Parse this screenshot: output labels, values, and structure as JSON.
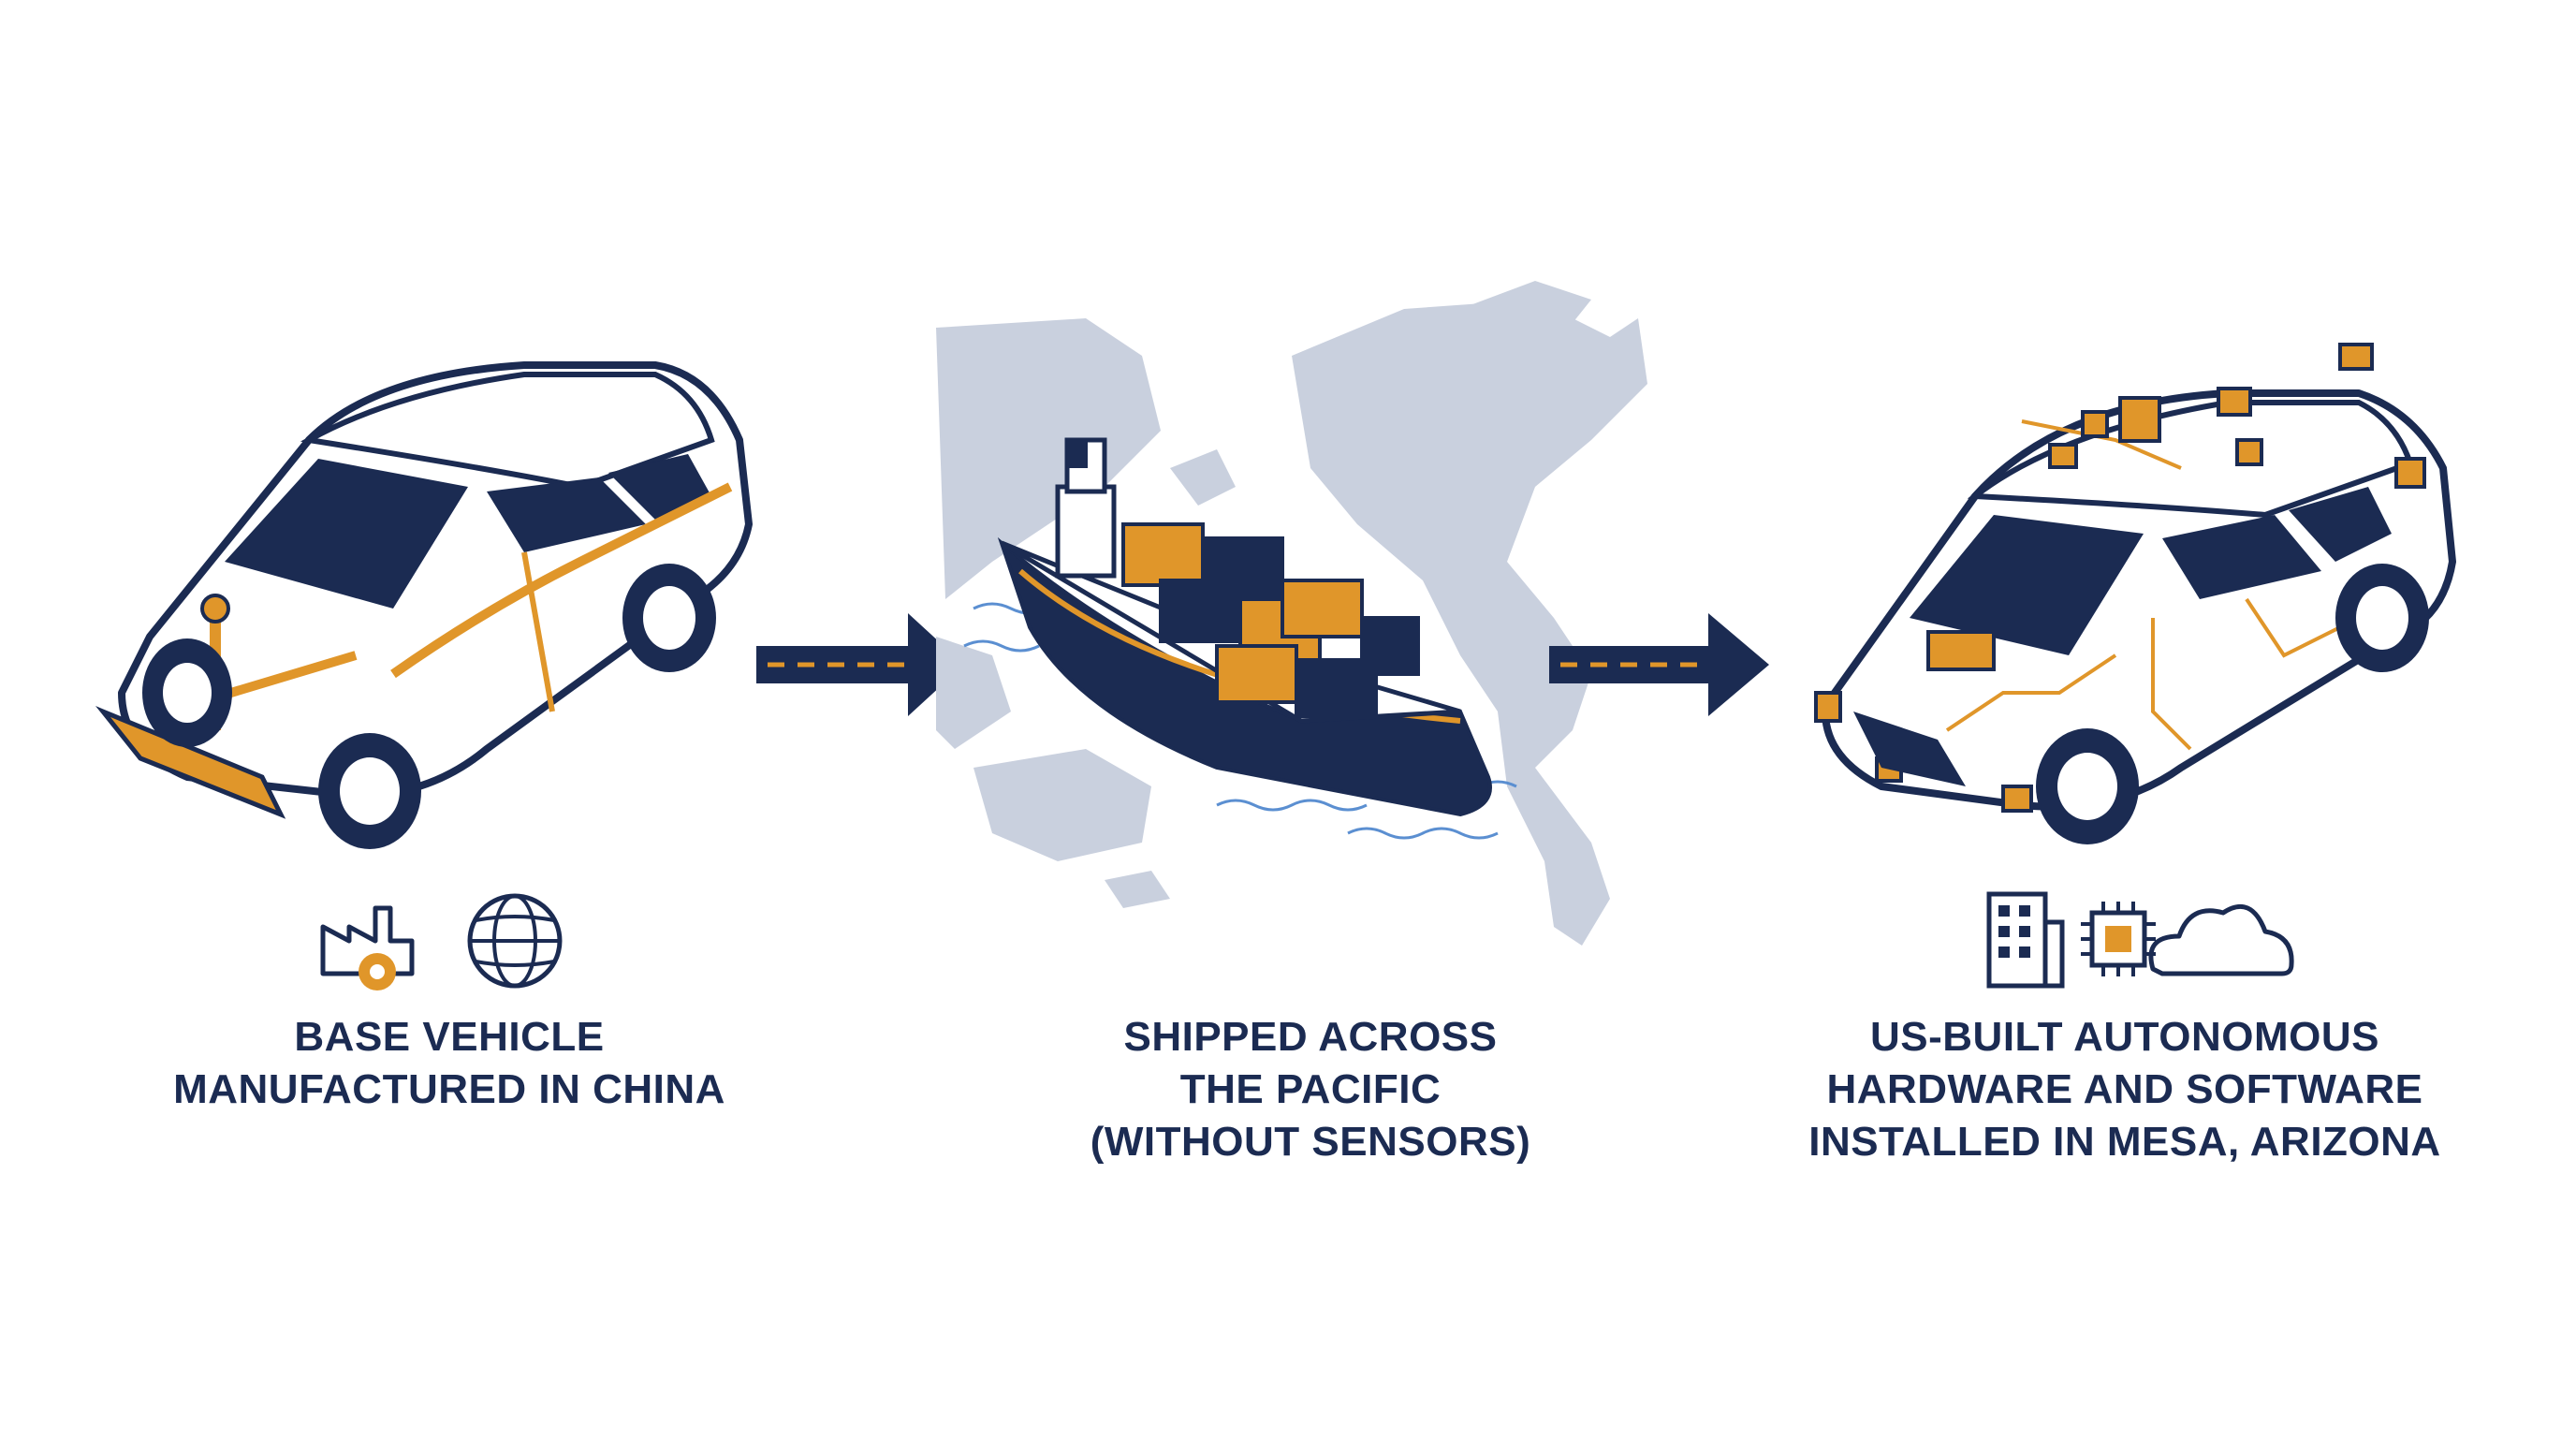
{
  "steps": [
    {
      "caption_lines": [
        "BASE VEHICLE",
        "MANUFACTURED IN CHINA"
      ],
      "icons": [
        "factory-gear-icon",
        "globe-icon"
      ]
    },
    {
      "caption_lines": [
        "SHIPPED ACROSS",
        "THE PACIFIC",
        "(WITHOUT SENSORS)"
      ],
      "icons": [
        "world-map",
        "container-ship"
      ]
    },
    {
      "caption_lines": [
        "US-BUILT AUTONOMOUS",
        "HARDWARE AND SOFTWARE",
        "INSTALLED IN MESA, ARIZONA"
      ],
      "icons": [
        "office-building-icon",
        "chip-icon",
        "cloud-icon"
      ]
    }
  ],
  "colors": {
    "navy": "#1b2b52",
    "orange": "#e0962a",
    "map": "#c9d0de",
    "water": "#5b8fd1"
  }
}
